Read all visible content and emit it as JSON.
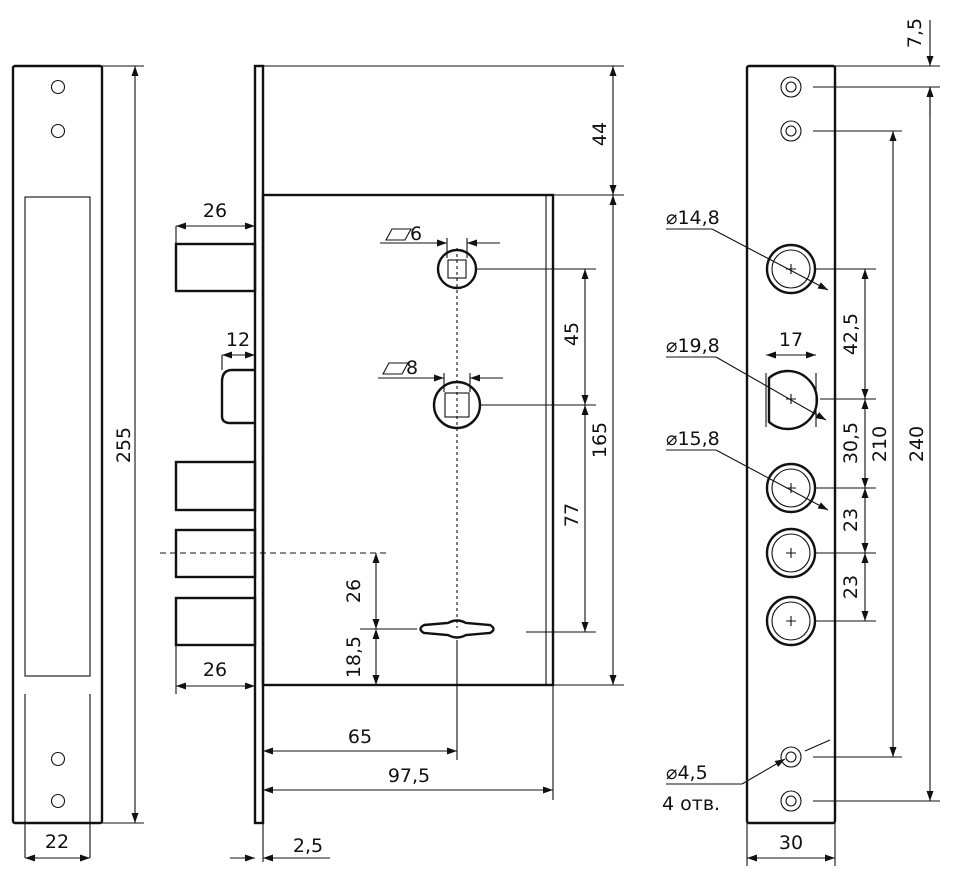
{
  "dimensions": {
    "faceplate_height": "255",
    "faceplate_width": "22",
    "top_offset": "44",
    "bolt_length_top": "26",
    "latch_width": "12",
    "spindle_square_top": "6",
    "spindle_square_bottom": "8",
    "spindle_spacing": "45",
    "spindle_to_key": "77",
    "body_height": "165",
    "bolt_to_key": "26",
    "key_to_bottom": "18,5",
    "bolt_length_bottom": "26",
    "backset": "65",
    "body_width": "97,5",
    "plate_thickness": "2,5",
    "top_hole_offset": "7,5",
    "hole_dia_1": "⌀14,8",
    "hole_dia_2": "⌀19,8",
    "cylinder_width": "17",
    "hole_dia_3": "⌀15,8",
    "hole_spacing_1": "42,5",
    "hole_spacing_2": "30,5",
    "hole_spacing_3": "23",
    "hole_spacing_4": "23",
    "mount_spacing_inner": "210",
    "mount_spacing_outer": "240",
    "mount_hole_dia": "⌀4,5",
    "mount_hole_count": "4 отв.",
    "strike_width": "30"
  }
}
